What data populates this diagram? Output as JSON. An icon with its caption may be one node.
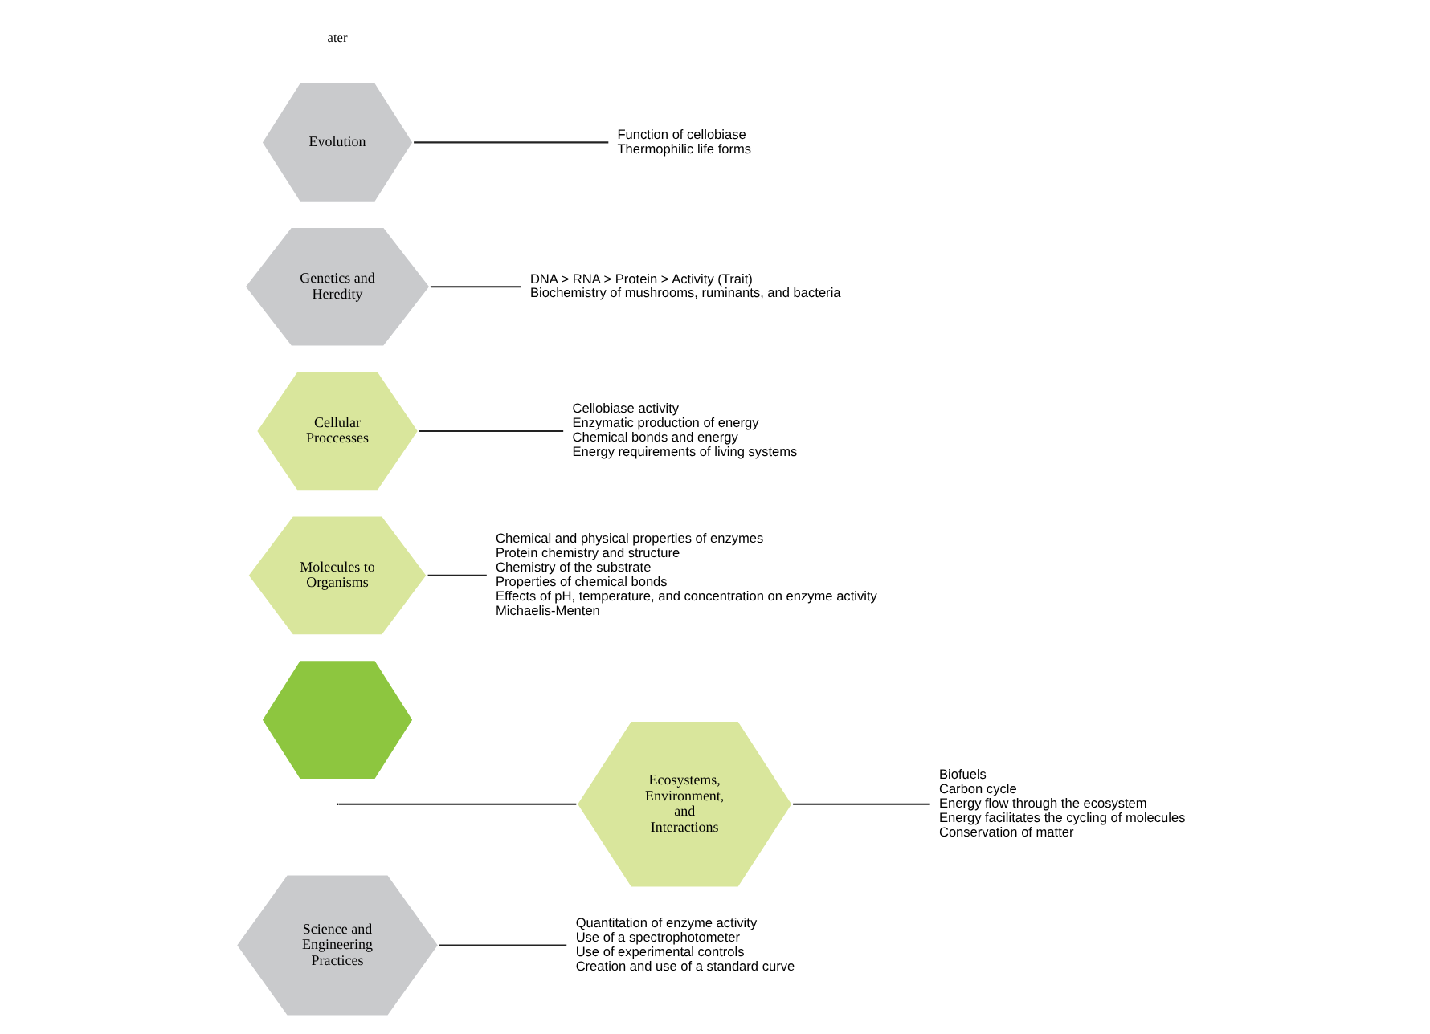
{
  "diagram": {
    "nodes": [
      {
        "text": [
          "Quantitation of enzyme activity",
          "Use of a spectrophotometer",
          "Use of experimental controls",
          "Creation and use of a standard curve"
        ]
      },
      {
        "text": [
          "Ecosystems, Environment, and Interactions"
        ]
      },
      {
        "text": [
          "Science and Engineering Practices"
        ]
      },
      {
        "text": [
          "Biofuels",
          "Carbon cycle",
          "Energy flow through the ecosystem",
          "Energy facilitates the cycling of molecules",
          "Conservation of matter"
        ]
      },
      {
        "text": [],
        "shape": "hexagon"
      },
      {
        "text": [
          "Molecules to Organisms"
        ]
      },
      {
        "text": [
          "Chemical and physical properties of enzymes",
          "Protein chemistry and structure",
          "Chemistry of the substrate",
          "Properties of chemical bonds",
          "Effects of pH, temperature, and concentration on enzyme activity",
          "Michaelis-Menten"
        ]
      },
      {
        "text": [
          "Cellobiase activity",
          "Enzymatic production of energy",
          "Chemical bonds and energy",
          "Energy requirements of living systems"
        ]
      },
      {
        "text": [
          "Cellular Proccesses"
        ]
      },
      {
        "text": [
          "Genetics and Heredity"
        ]
      },
      {
        "text": [
          "Function of cellobiase",
          "Thermophilic life forms"
        ]
      },
      {
        "text": [
          "Evolution"
        ]
      },
      {
        "text": [
          "DNA > RNA > Protein > Activity (Trait)",
          "Biochemistry of mushrooms, ruminants, and bacteria"
        ]
      }
    ],
    "edges": [
      {
        "from": 1,
        "to": null,
        "arrow": "none"
      },
      {
        "from": 2,
        "to": 0,
        "arrow": "none"
      },
      {
        "from": 1,
        "to": 3,
        "arrow": "none"
      },
      {
        "from": 5,
        "to": 6,
        "arrow": "none"
      },
      {
        "from": 8,
        "to": 7,
        "arrow": "none"
      },
      {
        "from": 9,
        "to": 12,
        "arrow": "none"
      },
      {
        "from": 11,
        "to": 10,
        "arrow": "none"
      }
    ],
    "labels": [
      "ater"
    ]
  }
}
